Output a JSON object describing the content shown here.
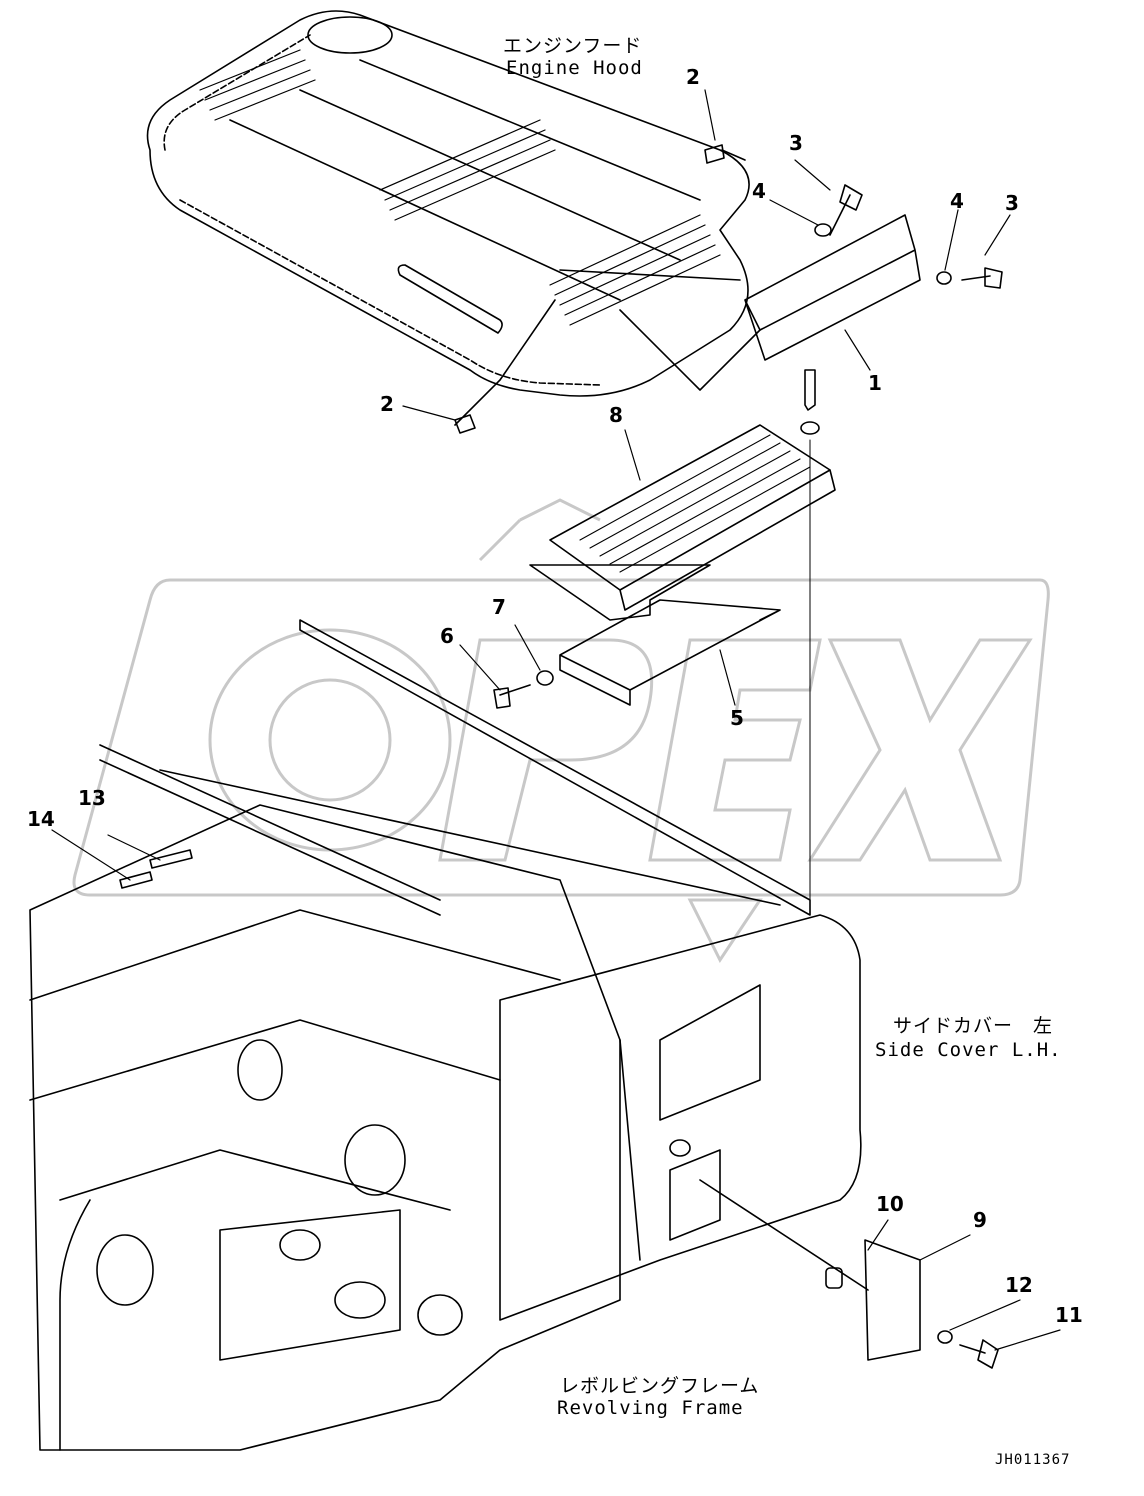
{
  "labels": {
    "engine_hood_jp": "エンジンフード",
    "engine_hood_en": "Engine Hood",
    "side_cover_jp": "サイドカバー　左",
    "side_cover_en": "Side Cover L.H.",
    "revolving_frame_jp": "レボルビングフレーム",
    "revolving_frame_en": "Revolving Frame",
    "drawing_code": "JH011367"
  },
  "parts": [
    "1",
    "2",
    "2",
    "3",
    "3",
    "4",
    "4",
    "5",
    "6",
    "7",
    "8",
    "9",
    "10",
    "11",
    "12",
    "13",
    "14"
  ],
  "watermark": "OPEX",
  "colors": {
    "line": "#000000",
    "watermark": "#c8c8c8",
    "background": "#ffffff"
  }
}
